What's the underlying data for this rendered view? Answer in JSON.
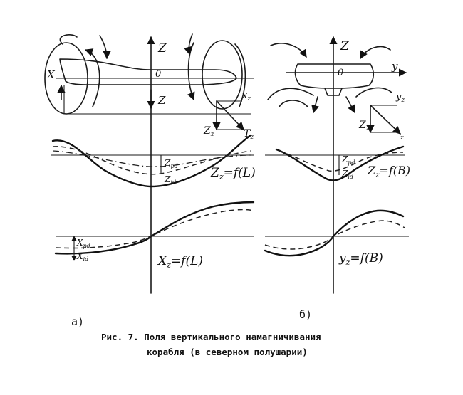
{
  "panel_a": {
    "tag": "а)",
    "axis_z": "Z",
    "axis_x": "X",
    "origin": "0",
    "z_lower": "Z",
    "xz_tick": "x",
    "xz_tick_sub": "z",
    "comp_z": "Z",
    "comp_z_sub": "z",
    "comp_t": "T",
    "comp_t_sub": "z",
    "z_pd": "Z",
    "z_pd_sub": "pd",
    "z_id": "Z",
    "z_id_sub": "id",
    "formula_z": "Z",
    "formula_z_sub": "z",
    "formula_z_rest": "=f(L)",
    "x_pd": "X",
    "x_pd_sub": "pd",
    "x_id": "X",
    "x_id_sub": "id",
    "formula_x": "X",
    "formula_x_sub": "z",
    "formula_x_rest": "=f(L)"
  },
  "panel_b": {
    "tag": "б)",
    "axis_z": "Z",
    "axis_y": "y",
    "origin": "0",
    "yz_tick": "y",
    "yz_tick_sub": "z",
    "comp_z": "Z",
    "comp_z_sub": "z",
    "comp_t_sub": "z",
    "z_pd": "Z",
    "z_pd_sub": "pd",
    "z_id": "Z",
    "z_id_sub": "id",
    "formula_z": "Z",
    "formula_z_sub": "z",
    "formula_z_rest": "=f(B)",
    "formula_y": "y",
    "formula_y_sub": "z",
    "formula_y_rest": "=f(B)"
  },
  "caption": {
    "line1": "Рис. 7. Поля вертикального намагничивания",
    "line2": "корабля (в северном полушарии)"
  }
}
